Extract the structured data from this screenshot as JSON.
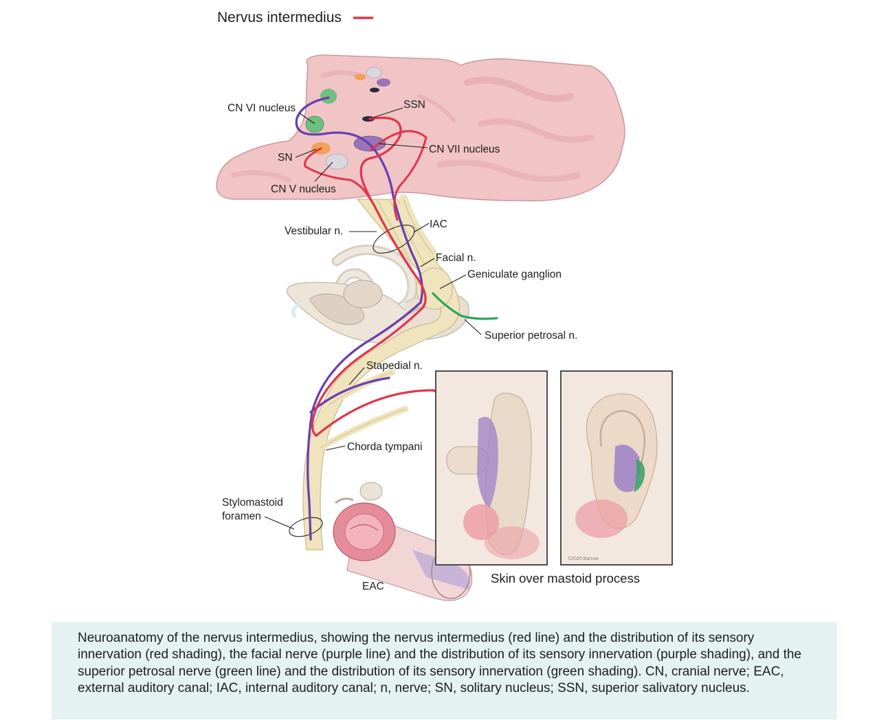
{
  "figure": {
    "legend": {
      "label": "Nervus intermedius",
      "swatch_color": "#e0364c"
    },
    "labels": {
      "cn_vi_nucleus": "CN VI nucleus",
      "ssn": "SSN",
      "cn_vii_nucleus": "CN VII nucleus",
      "sn": "SN",
      "cn_v_nucleus": "CN V nucleus",
      "vestibular_n": "Vestibular n.",
      "iac": "IAC",
      "facial_n": "Facial n.",
      "geniculate_ganglion": "Geniculate ganglion",
      "superior_petrosal_n": "Superior petrosal n.",
      "stapedial_n": "Stapedial n.",
      "chorda_tympani": "Chorda tympani",
      "stylomastoid_foramen_line1": "Stylomastoid",
      "stylomastoid_foramen_line2": "foramen",
      "eac": "EAC",
      "skin_over_mastoid": "Skin over mastoid process",
      "credit": "©2020 Barrow"
    },
    "colors": {
      "nervus_intermedius": "#e0364c",
      "facial_nerve": "#6a3fb0",
      "superior_petrosal": "#2ea55a",
      "brainstem": "#f1c4c6",
      "nerve_trunk": "#efe4bd"
    }
  },
  "caption": {
    "text": "Neuroanatomy of the nervus intermedius, showing the nervus intermedius (red line) and the distribution of its sensory innervation (red shading), the facial nerve (purple line) and the distribution of its sensory innervation (purple shading), and the superior petrosal nerve (green line) and the distribution of its sensory innervation (green shading). CN, cranial nerve; EAC, external auditory canal; IAC, internal auditory canal; n, nerve; SN, solitary nucleus; SSN, superior salivatory nucleus."
  }
}
